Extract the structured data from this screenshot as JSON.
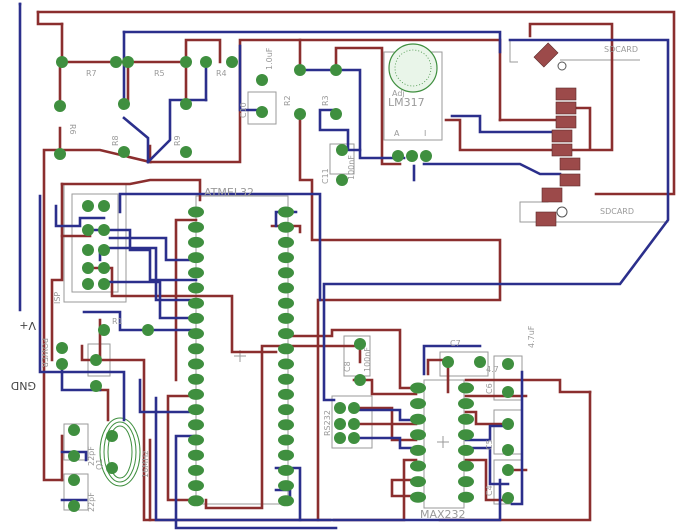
{
  "board_title": "",
  "labels": {
    "r7": "R7",
    "r5": "R5",
    "r4": "R4",
    "r6": "R6",
    "r8": "R8",
    "r9": "R9",
    "r1": "R1",
    "r2": "R2",
    "r3": "R3",
    "c10": "C10",
    "c10_val": "1.0uF",
    "c11_val": "100nF",
    "c11": "C11",
    "lm317": "LM317",
    "adj": "Adj",
    "pin_a": "A",
    "pin_i": "I",
    "sdcard_top": "SDCARD",
    "sdcard_bottom": "SDCARD",
    "mcu": "ATMEL32",
    "isp": "ISP",
    "vplus": "V+",
    "gnd": "GND",
    "power": "POWER",
    "c8": "C8",
    "c8_val": "100nF",
    "c7": "C7",
    "c6": "C6",
    "c6_val": "4.7uF",
    "c47a": "4.7",
    "c5": "C5",
    "c4": "C4",
    "c1_val": "22pF",
    "c2_val": "22pF",
    "xtal": "16MHz",
    "q1": "Q1",
    "max232": "MAX232",
    "rs232": "RS232"
  },
  "colors": {
    "top_trace": "#8b2e2e",
    "bottom_trace": "#2b2f8c",
    "pad": "#3f8f3f",
    "silkscreen": "#9a9a9a",
    "smd_pad": "#9c4a4a"
  }
}
